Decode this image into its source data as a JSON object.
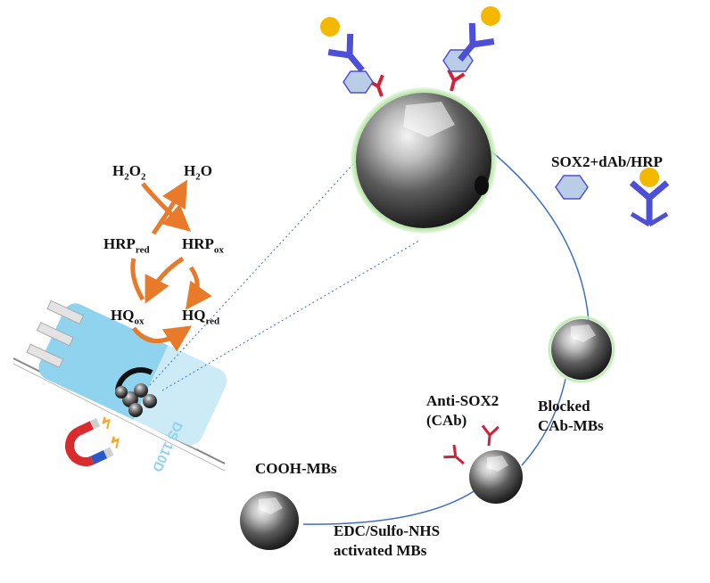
{
  "colors": {
    "antibody_capture": "#d4213b",
    "antibody_detection": "#4d4fd6",
    "hrp": "#f5b800",
    "sox2": "#b9cde6",
    "connector": "#3d6fc4",
    "arrow": "#e87a2a",
    "electrode": "#8fd3ee"
  },
  "reaction": {
    "h2o2": {
      "base": "H",
      "sub1": "2",
      "mid": "O",
      "sub2": "2"
    },
    "h2o": {
      "base": "H",
      "sub1": "2",
      "mid": "O"
    },
    "hrp_red": {
      "base": "HRP",
      "sub": "red"
    },
    "hrp_ox": {
      "base": "HRP",
      "sub": "ox"
    },
    "hq_ox": {
      "base": "HQ",
      "sub": "ox"
    },
    "hq_red": {
      "base": "HQ",
      "sub": "red"
    }
  },
  "labels": {
    "sox2_dab_hrp": "SOX2+dAb/HRP",
    "blocked_1": "Blocked",
    "blocked_2": "CAb-MBs",
    "anti_sox2_1": "Anti-SOX2",
    "anti_sox2_2": "(CAb)",
    "cooh_mbs": "COOH-MBs",
    "edc_1": "EDC/Sulfo-NHS",
    "edc_2": "activated MBs"
  },
  "electrode": {
    "text": "DS 110D"
  }
}
